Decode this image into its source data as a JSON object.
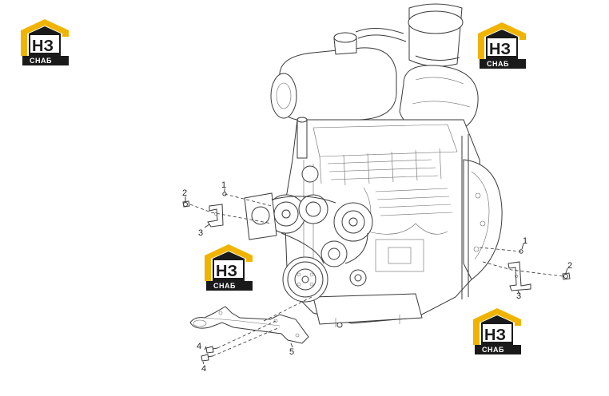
{
  "watermark": {
    "mark_text": "НЗ",
    "word_text": "СНАБ",
    "colors": {
      "roof": "#f0b400",
      "dark": "#1a1a1a",
      "bg": "#ffffff"
    }
  },
  "callouts": {
    "c1_left": "1",
    "c2_left": "2",
    "c3_left": "3",
    "c1_right": "1",
    "c2_right": "2",
    "c3_right": "3",
    "c4_top": "4",
    "c4_bottom": "4",
    "c5": "5"
  }
}
